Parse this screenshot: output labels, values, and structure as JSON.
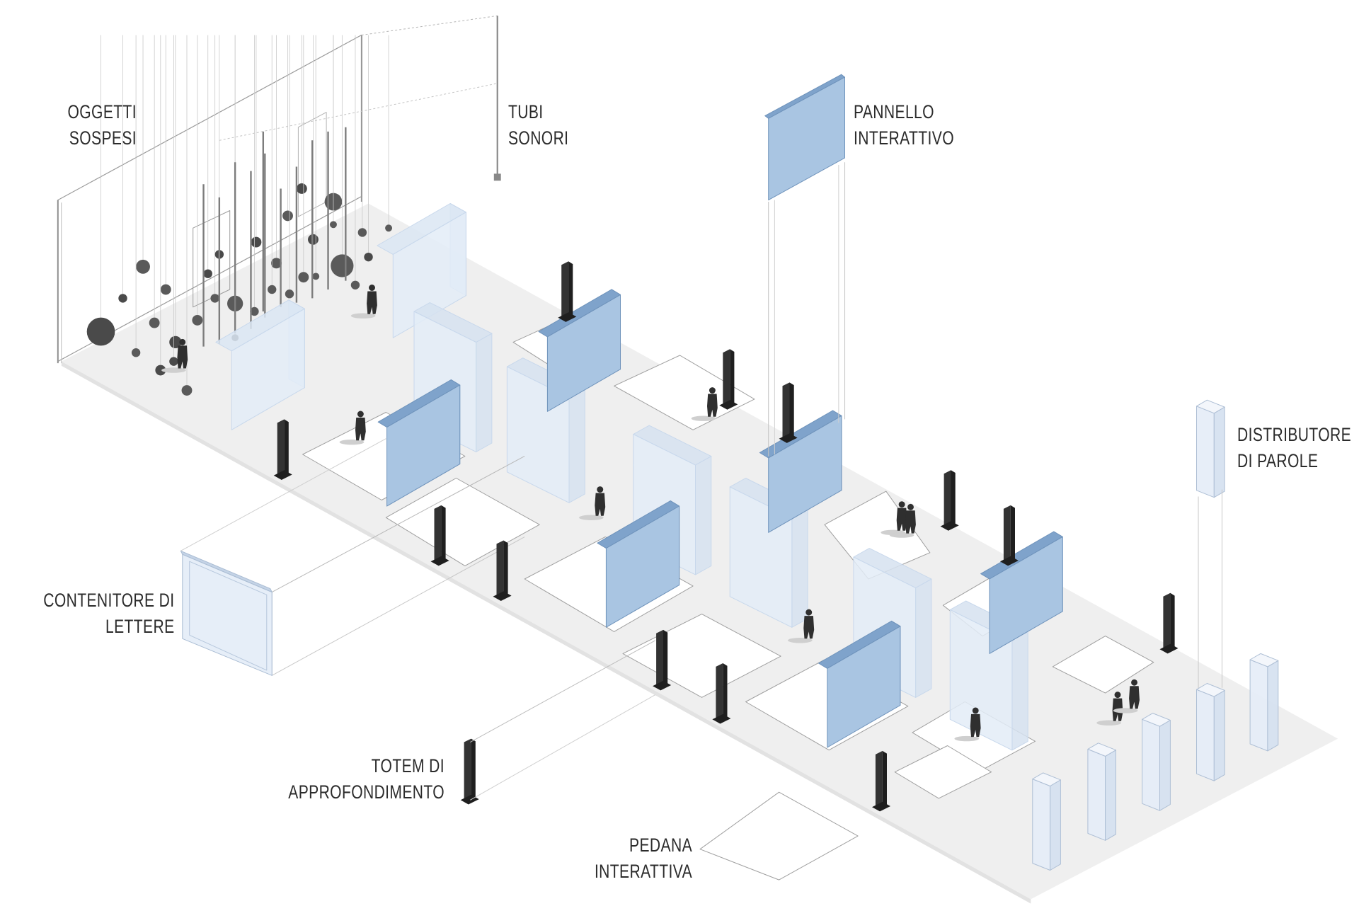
{
  "palette": {
    "floor": "#ececec",
    "pad": "#ffffff",
    "wall_light": "#e3ecf7",
    "wall_light_edge": "#c8d8ec",
    "wall_blue": "#a9c5e2",
    "wall_blue_dark": "#7fa3cb",
    "totem": "#333333",
    "figure": "#2f2f2f",
    "line": "#a7a7a7",
    "text": "#2b2b2b"
  },
  "labels": [
    {
      "key": "oggetti",
      "lines": [
        "OGGETTI",
        "SOSPESI"
      ]
    },
    {
      "key": "tubi",
      "lines": [
        "TUBI",
        "SONORI"
      ]
    },
    {
      "key": "pannello",
      "lines": [
        "PANNELLO",
        "INTERATTIVO"
      ]
    },
    {
      "key": "distributore",
      "lines": [
        "DISTRIBUTORE",
        "DI PAROLE"
      ]
    },
    {
      "key": "contenitore",
      "lines": [
        "CONTENITORE DI",
        "LETTERE"
      ]
    },
    {
      "key": "totem",
      "lines": [
        "TOTEM DI",
        "APPROFONDIMENTO"
      ]
    },
    {
      "key": "pedana",
      "lines": [
        "PEDANA",
        "INTERATTIVA"
      ]
    }
  ]
}
